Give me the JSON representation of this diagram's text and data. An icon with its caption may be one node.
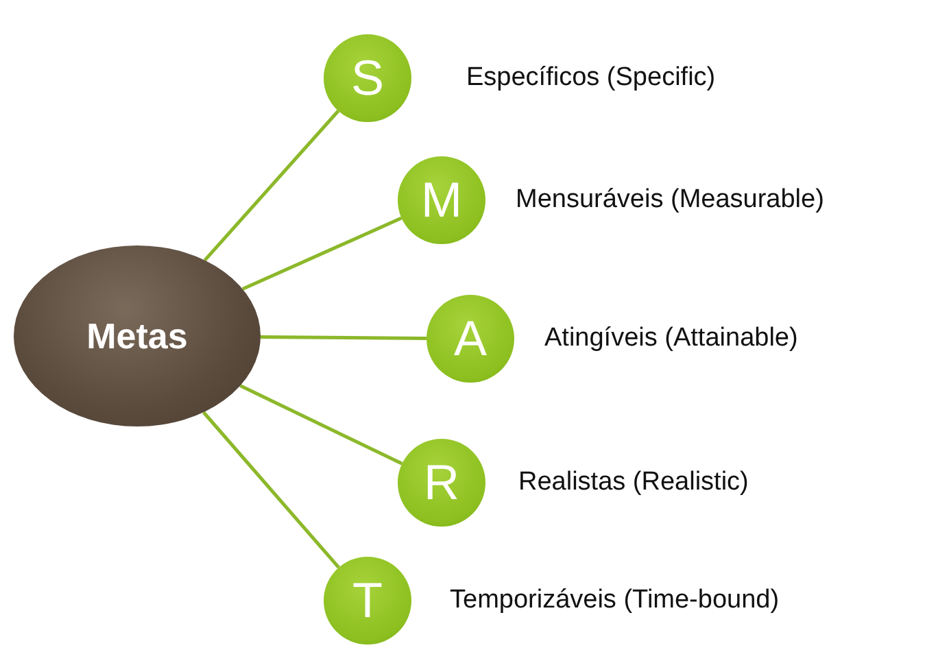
{
  "diagram": {
    "nodes": [
      {
        "text": [
          "Metas"
        ]
      },
      {
        "text": [
          "S"
        ],
        "beside": [
          "Específicos (Specific)"
        ]
      },
      {
        "text": [
          "M"
        ],
        "beside": [
          "Mensuráveis (Measurable)"
        ]
      },
      {
        "text": [
          "A"
        ],
        "beside": [
          "Atingíveis (Attainable)"
        ]
      },
      {
        "text": [
          "R"
        ],
        "beside": [
          "Realistas (Realistic)"
        ]
      },
      {
        "text": [
          "T"
        ],
        "beside": [
          "Temporizáveis (Time-bound)"
        ]
      }
    ],
    "edges": [
      {
        "from": 0,
        "to": 1,
        "arrow": "none"
      },
      {
        "from": 0,
        "to": 2,
        "arrow": "none"
      },
      {
        "from": 0,
        "to": 3,
        "arrow": "none"
      },
      {
        "from": 0,
        "to": 4,
        "arrow": "none"
      },
      {
        "from": 0,
        "to": 5,
        "arrow": "none"
      }
    ]
  }
}
